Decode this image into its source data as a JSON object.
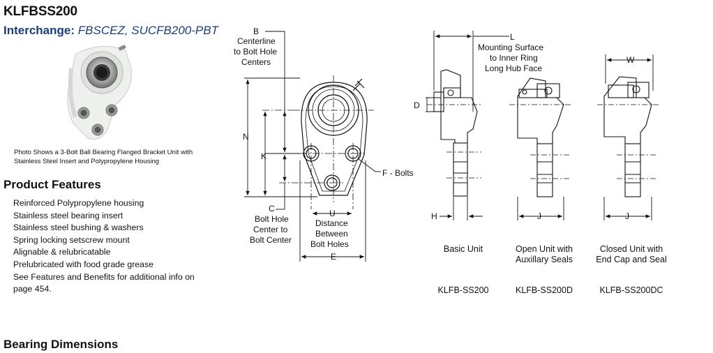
{
  "product": {
    "code": "KLFBSS200",
    "interchange_label": "Interchange:",
    "interchange_value": "FBSCEZ, SUCFB200-PBT"
  },
  "photo": {
    "caption": "Photo Shows a 3-Bolt Ball Bearing Flanged Bracket Unit with Stainless Steel Insert and Polypropylene Housing"
  },
  "features": {
    "heading": "Product Features",
    "items": [
      "Reinforced Polypropylene housing",
      "Stainless steel bearing insert",
      "Stainless steel bushing & washers",
      "Spring locking setscrew mount",
      "Alignable & relubricatable",
      "Prelubricated with food grade grease",
      "See Features and Benefits for additional info on page 454."
    ]
  },
  "front_view": {
    "b_letter": "B",
    "b_label_1": "Centerline",
    "b_label_2": "to Bolt Hole",
    "b_label_3": "Centers",
    "n_letter": "N",
    "k_letter": "K",
    "c_letter": "C",
    "c_label_1": "Bolt Hole",
    "c_label_2": "Center to",
    "c_label_3": "Bolt Center",
    "f_label": "F - Bolts",
    "u_letter": "U",
    "u_label_1": "Distance",
    "u_label_2": "Between",
    "u_label_3": "Bolt Holes",
    "e_letter": "E"
  },
  "side_views": {
    "l_letter": "L",
    "l_label_1": "Mounting Surface",
    "l_label_2": "to Inner Ring",
    "l_label_3": "Long Hub Face",
    "w_letter": "W",
    "d_letter": "D",
    "h_letter": "H",
    "j_letter": "J"
  },
  "units": [
    {
      "name_1": "Basic Unit",
      "name_2": "",
      "part": "KLFB-SS200"
    },
    {
      "name_1": "Open Unit with",
      "name_2": "Auxillary Seals",
      "part": "KLFB-SS200D"
    },
    {
      "name_1": "Closed Unit with",
      "name_2": "End Cap and Seal",
      "part": "KLFB-SS200DC"
    }
  ],
  "dimensions": {
    "heading": "Bearing Dimensions"
  }
}
